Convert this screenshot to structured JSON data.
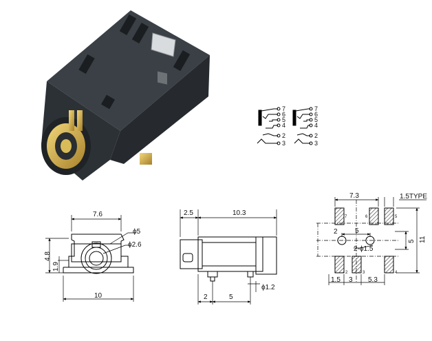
{
  "schematic": {
    "left_pins": [
      "7",
      "6",
      "5",
      "4",
      "2",
      "3"
    ],
    "right_pins": [
      "7",
      "6",
      "5",
      "4",
      "2",
      "3"
    ]
  },
  "front_view": {
    "width_top": "7.6",
    "hole_outer": "ϕ5",
    "hole_inner": "ϕ2.6",
    "height_left": "4.8",
    "base_height": "1.9",
    "width_bottom": "10"
  },
  "side_view": {
    "front_length": "2.5",
    "body_length": "10.3",
    "peg_diameter": "ϕ1.2",
    "peg_offset": "2",
    "peg_spacing": "5"
  },
  "footprint": {
    "top_span": "7.3",
    "type_label": "1.5TYPE",
    "hole_spacing": "5",
    "hole_offset": "2",
    "holes_label": "2-ϕ1.5",
    "pitch_vertical": "5",
    "overall_height": "11",
    "bottom_left": "1.5",
    "bottom_mid": "3",
    "bottom_right": "5.3",
    "pad_numbers": [
      "7",
      "6",
      "5",
      "2",
      "3",
      "4"
    ]
  },
  "colors": {
    "body": "#2f3439",
    "pin_gold": "#c9a545",
    "line": "#000000"
  }
}
